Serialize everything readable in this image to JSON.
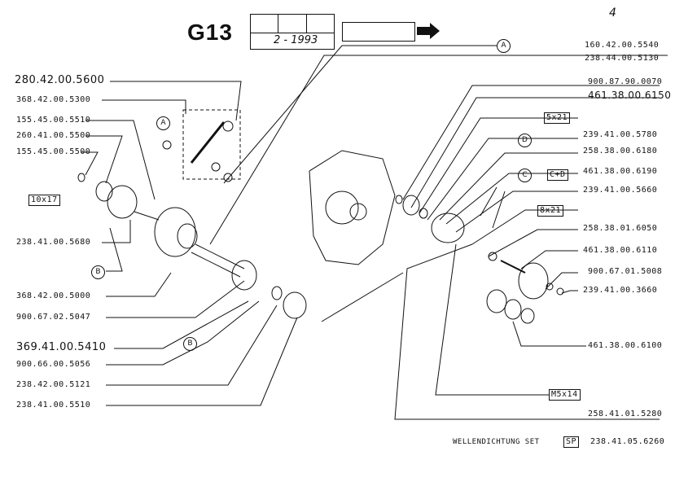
{
  "header": {
    "page_code": "G13",
    "date": "2 - 1993",
    "corner_mark": "4"
  },
  "labels_left": [
    "280.42.00.5600",
    "368.42.00.5300",
    "155.45.00.5510",
    "260.41.00.5500",
    "155.45.00.5500",
    "238.41.00.5680",
    "368.42.00.5000",
    "900.67.02.5047",
    "369.41.00.5410",
    "900.66.00.5056",
    "238.42.00.5121",
    "238.41.00.5510"
  ],
  "labels_right": [
    "160.42.00.5540",
    "238.44.00.5130",
    "900.87.90.0070",
    "461.38.00.6150",
    "239.41.00.5780",
    "258.38.00.6180",
    "461.38.00.6190",
    "239.41.00.5660",
    "258.38.01.6050",
    "461.38.00.6110",
    "900.67.01.5008",
    "239.41.00.3660",
    "461.38.00.6100"
  ],
  "bottom_labels": {
    "m_spec": "M5x14",
    "part_bottom": "258.41.01.5280",
    "seal_set_text": "WELLENDICHTUNG SET",
    "seal_set_code": "SP",
    "seal_set_part": "238.41.05.6260"
  },
  "boxed_specs": {
    "left_spec": "10x17",
    "right_spec_1": "5x21",
    "right_spec_2": "C+D",
    "right_spec_3": "8x21"
  },
  "callouts": {
    "a_top": "A",
    "a_left": "A",
    "b_left": "B",
    "b_bottom": "B",
    "c_right": "C",
    "d_right": "D"
  }
}
